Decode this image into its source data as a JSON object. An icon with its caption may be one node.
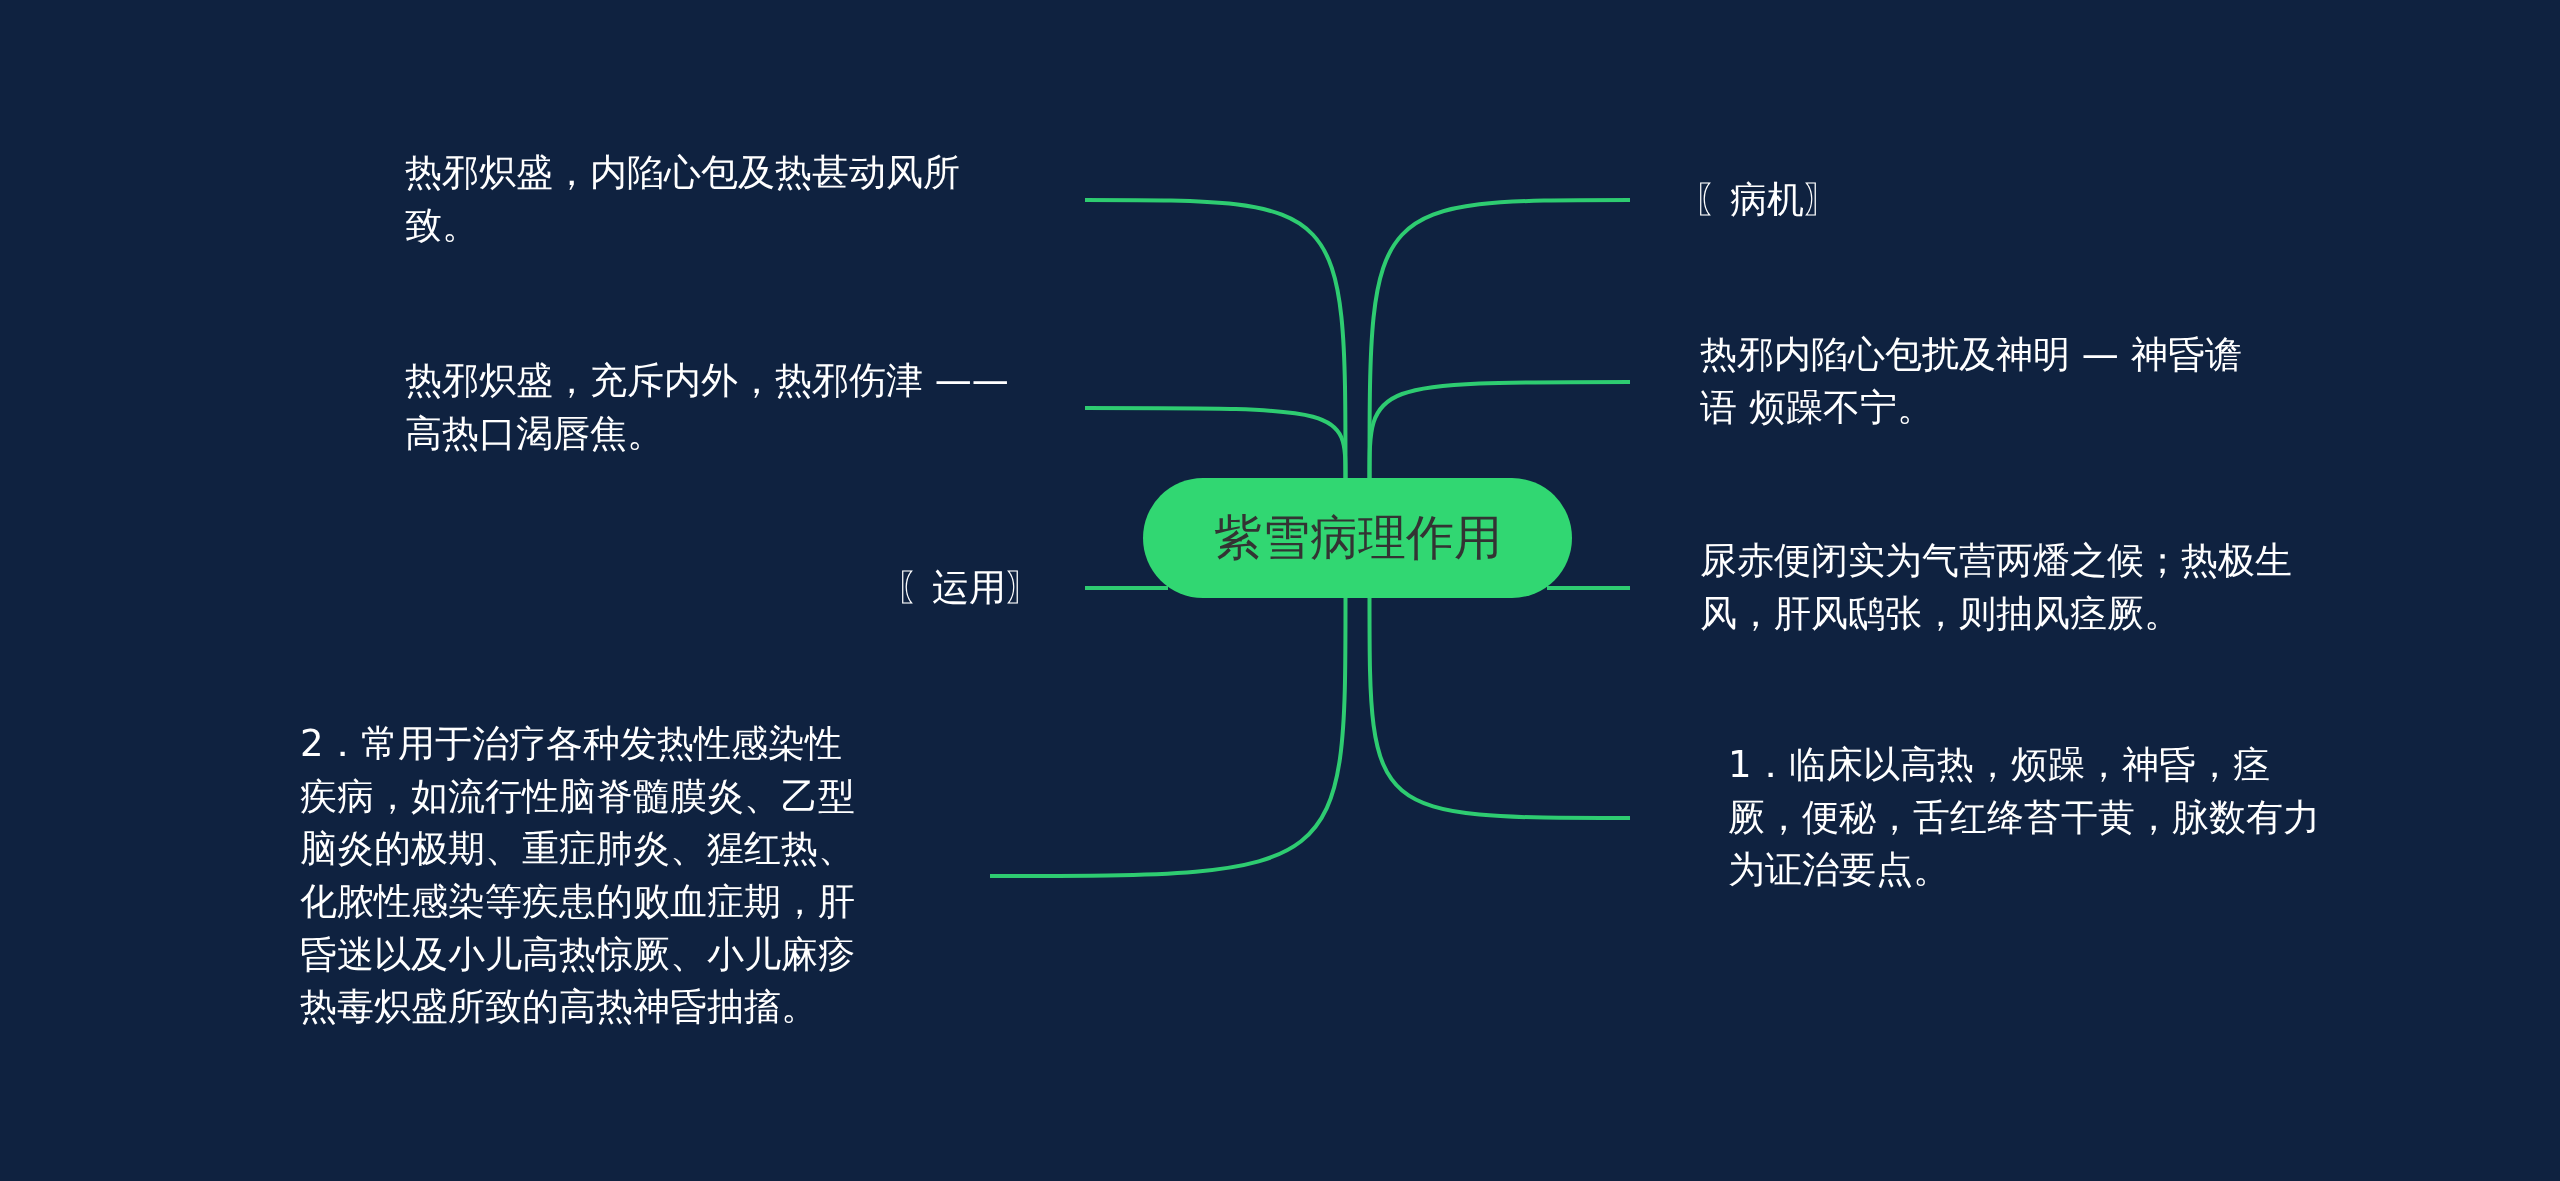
{
  "diagram": {
    "nodes": [
      {
        "text": [
          "紫雪病理作用"
        ]
      },
      {
        "text": [
          "热邪炽盛，内陷心包及热甚动风所致。"
        ]
      },
      {
        "text": [
          "热邪炽盛，充斥内外，热邪伤津 —— 高热口渴唇焦。"
        ]
      },
      {
        "text": [
          "〖运用〗"
        ]
      },
      {
        "text": [
          "2．常用于治疗各种发热性感染性疾病，如流行性脑脊髓膜炎、乙型脑炎的极期、重症肺炎、猩红热、化脓性感染等疾患的败血症期，肝昏迷以及小儿高热惊厥、小儿麻疹热毒炽盛所致的高热神昏抽搐。"
        ]
      },
      {
        "text": [
          "〖病机〗"
        ]
      },
      {
        "text": [
          "热邪内陷心包扰及神明 — 神昏谵语 烦躁不宁。"
        ]
      },
      {
        "text": [
          "尿赤便闭实为气营两燔之候；热极生风，肝风鸱张，则抽风痉厥。"
        ]
      },
      {
        "text": [
          "1．临床以高热，烦躁，神昏，痉厥，便秘，舌红绛苔干黄，脉数有力为证治要点。"
        ]
      }
    ],
    "edges": [
      {
        "from": 0,
        "to": 1,
        "arrow": "none"
      },
      {
        "from": 0,
        "to": 2,
        "arrow": "none"
      },
      {
        "from": 0,
        "to": 3,
        "arrow": "none"
      },
      {
        "from": 0,
        "to": 4,
        "arrow": "none"
      },
      {
        "from": 0,
        "to": 5,
        "arrow": "none"
      },
      {
        "from": 0,
        "to": 6,
        "arrow": "none"
      },
      {
        "from": 0,
        "to": 7,
        "arrow": "none"
      },
      {
        "from": 0,
        "to": 8,
        "arrow": "none"
      }
    ]
  }
}
